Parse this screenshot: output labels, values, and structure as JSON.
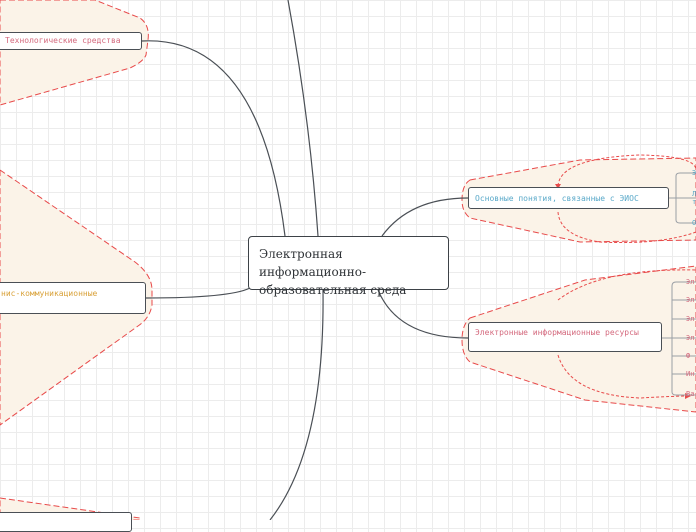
{
  "central": {
    "label": "Электронная информационно-образовательная среда"
  },
  "topics": {
    "tech_means": {
      "label": "Технологические средства",
      "color": "#d46a7e"
    },
    "ict": {
      "label": "нис-коммуникационные",
      "color": "#d9a23a"
    },
    "basic_concepts": {
      "label": "Основные понятия, связанные с ЭИОС",
      "color": "#5aa9c9"
    },
    "e_resources": {
      "label": "Электронные информационные ресурсы",
      "color": "#d46a7e"
    }
  },
  "subtopics": {
    "basic_concepts": [
      "Э",
      "Л\nт",
      "О"
    ],
    "e_resources": [
      "Эл",
      "Эл",
      "Эл",
      "Эл",
      "Ф",
      "Ин",
      "Ва"
    ]
  },
  "colors": {
    "boundary": "#e84a4a",
    "boundary_fill": "#fbf3e8",
    "connector": "#4a4f55"
  }
}
